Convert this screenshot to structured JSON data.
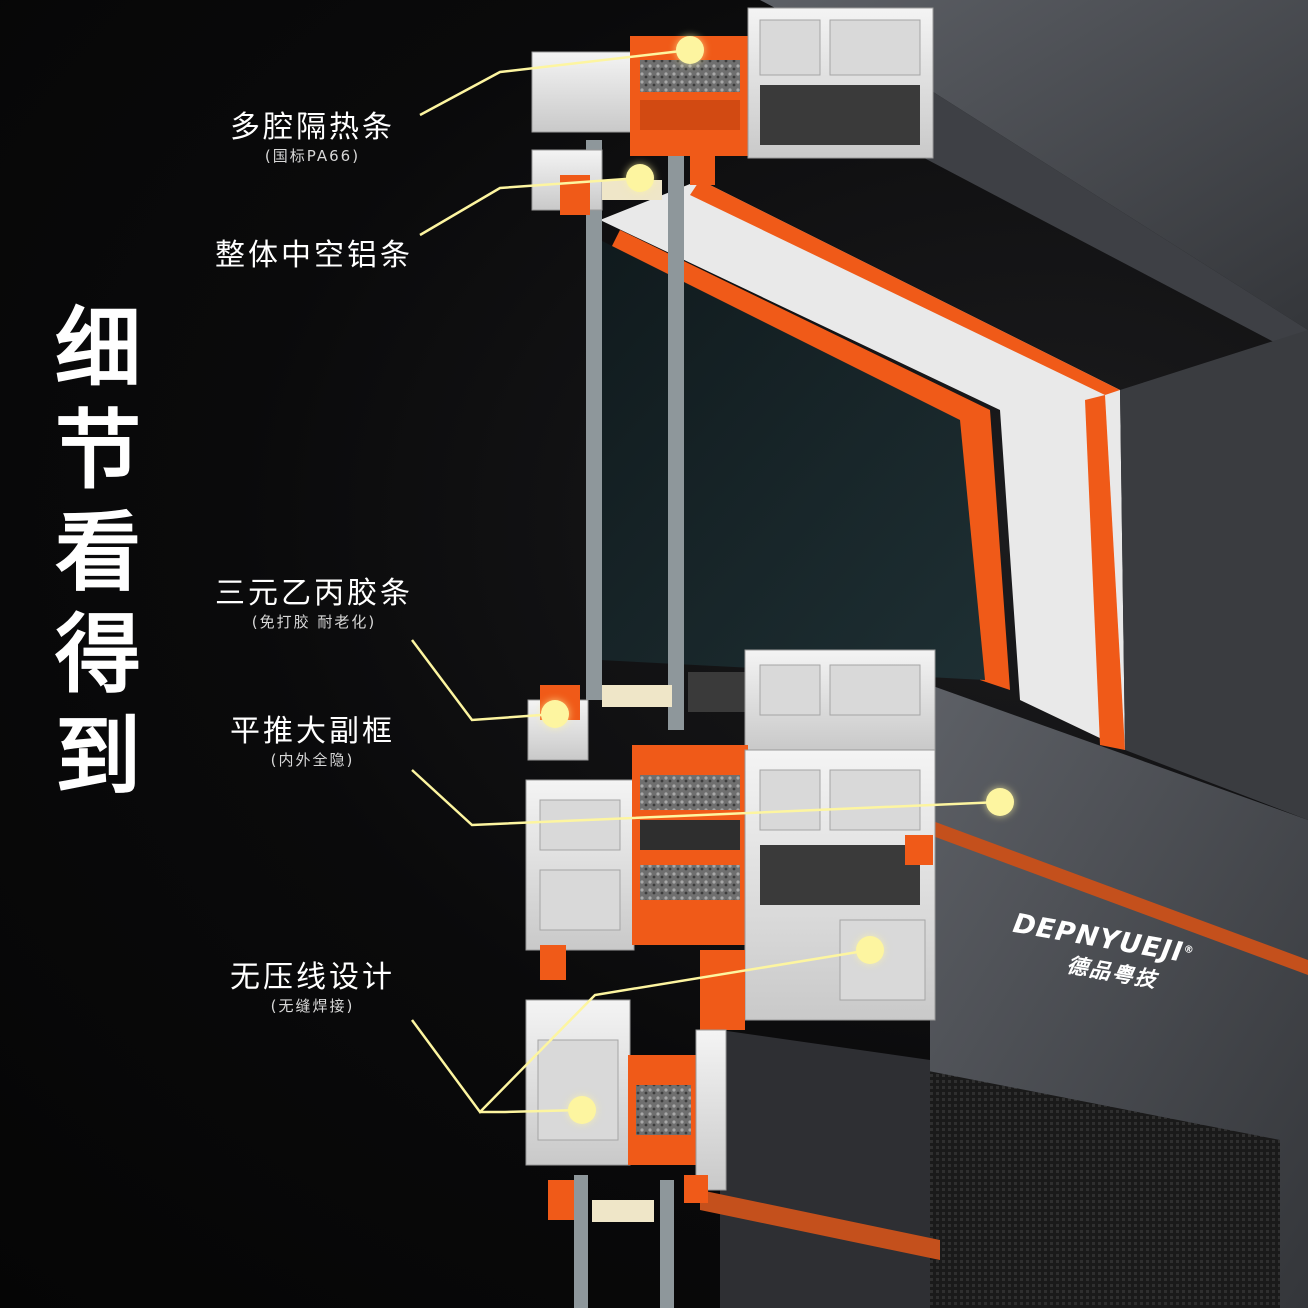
{
  "headline": [
    "细",
    "节",
    "看",
    "得",
    "到"
  ],
  "callouts": [
    {
      "name": "thermal-break-strip",
      "main": "多腔隔热条",
      "sub": "(国标PA66)"
    },
    {
      "name": "hollow-aluminum-spacer",
      "main": "整体中空铝条",
      "sub": ""
    },
    {
      "name": "epdm-seal-strip",
      "main": "三元乙丙胶条",
      "sub": "(免打胶 耐老化)"
    },
    {
      "name": "flush-sub-frame",
      "main": "平推大副框",
      "sub": "(内外全隐)"
    },
    {
      "name": "no-bead-design",
      "main": "无压线设计",
      "sub": "(无缝焊接)"
    }
  ],
  "brand": {
    "english": "DEPNYUEJI",
    "registered": "®",
    "chinese": "德品粤技"
  },
  "colors": {
    "background": "#050505",
    "accent_orange": "#f05a18",
    "profile_white": "#e9e9e9",
    "frame_gray": "#4a4d52",
    "glass": "#17262a",
    "callout_line": "#fdf5a0"
  }
}
